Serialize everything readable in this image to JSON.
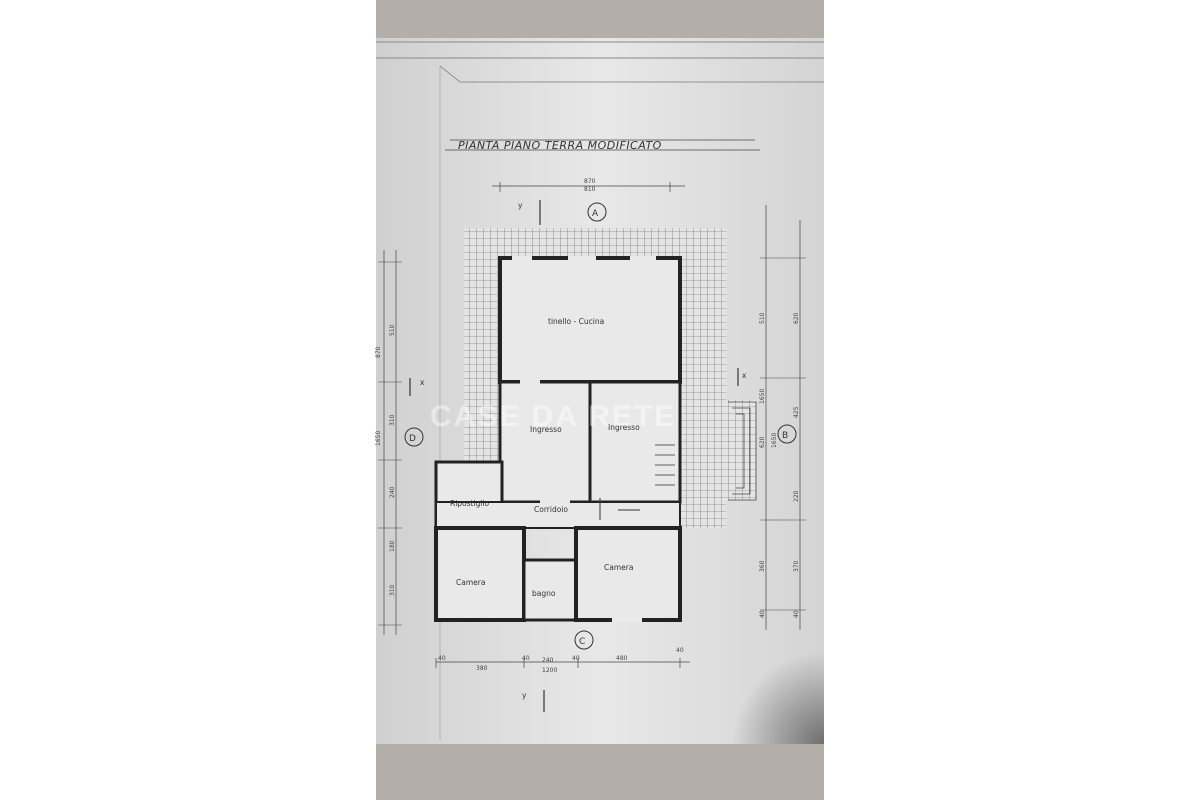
{
  "drawing": {
    "title": "PIANTA PIANO TERRA MODIFICATO",
    "rooms": {
      "kitchen": "tinello - Cucina",
      "entrance_left": "Ingresso",
      "entrance_right": "Ingresso",
      "storage": "Ripostiglio",
      "corridor": "Corridoio",
      "bedroom_left": "Camera",
      "bedroom_right": "Camera",
      "bathroom": "bagno"
    },
    "axes": {
      "top": "A",
      "right": "B",
      "bottom": "C",
      "left": "D"
    },
    "section_marks": {
      "top": "y",
      "left": "x",
      "right": "x",
      "bottom": "y"
    },
    "dimensions": {
      "top_outer": "870",
      "top_inner": "810",
      "bottom_segments": [
        "40",
        "380",
        "40",
        "240",
        "40",
        "480",
        "40"
      ],
      "bottom_total": "1200",
      "left_outer_a": "870",
      "left_inner_a": "510",
      "left_inner_b": "310",
      "left_outer_total": "1650",
      "left_inner_c": "240",
      "left_inner_d": "180",
      "left_inner_e": "310",
      "right_a": "510",
      "right_b": "620",
      "right_c": "1650",
      "right_d": "425",
      "right_e": "620",
      "right_f": "1650",
      "right_g": "220",
      "right_h": "360",
      "right_i": "370",
      "right_j": "40",
      "right_k": "40"
    },
    "watermark": "CASE DA RETE"
  }
}
